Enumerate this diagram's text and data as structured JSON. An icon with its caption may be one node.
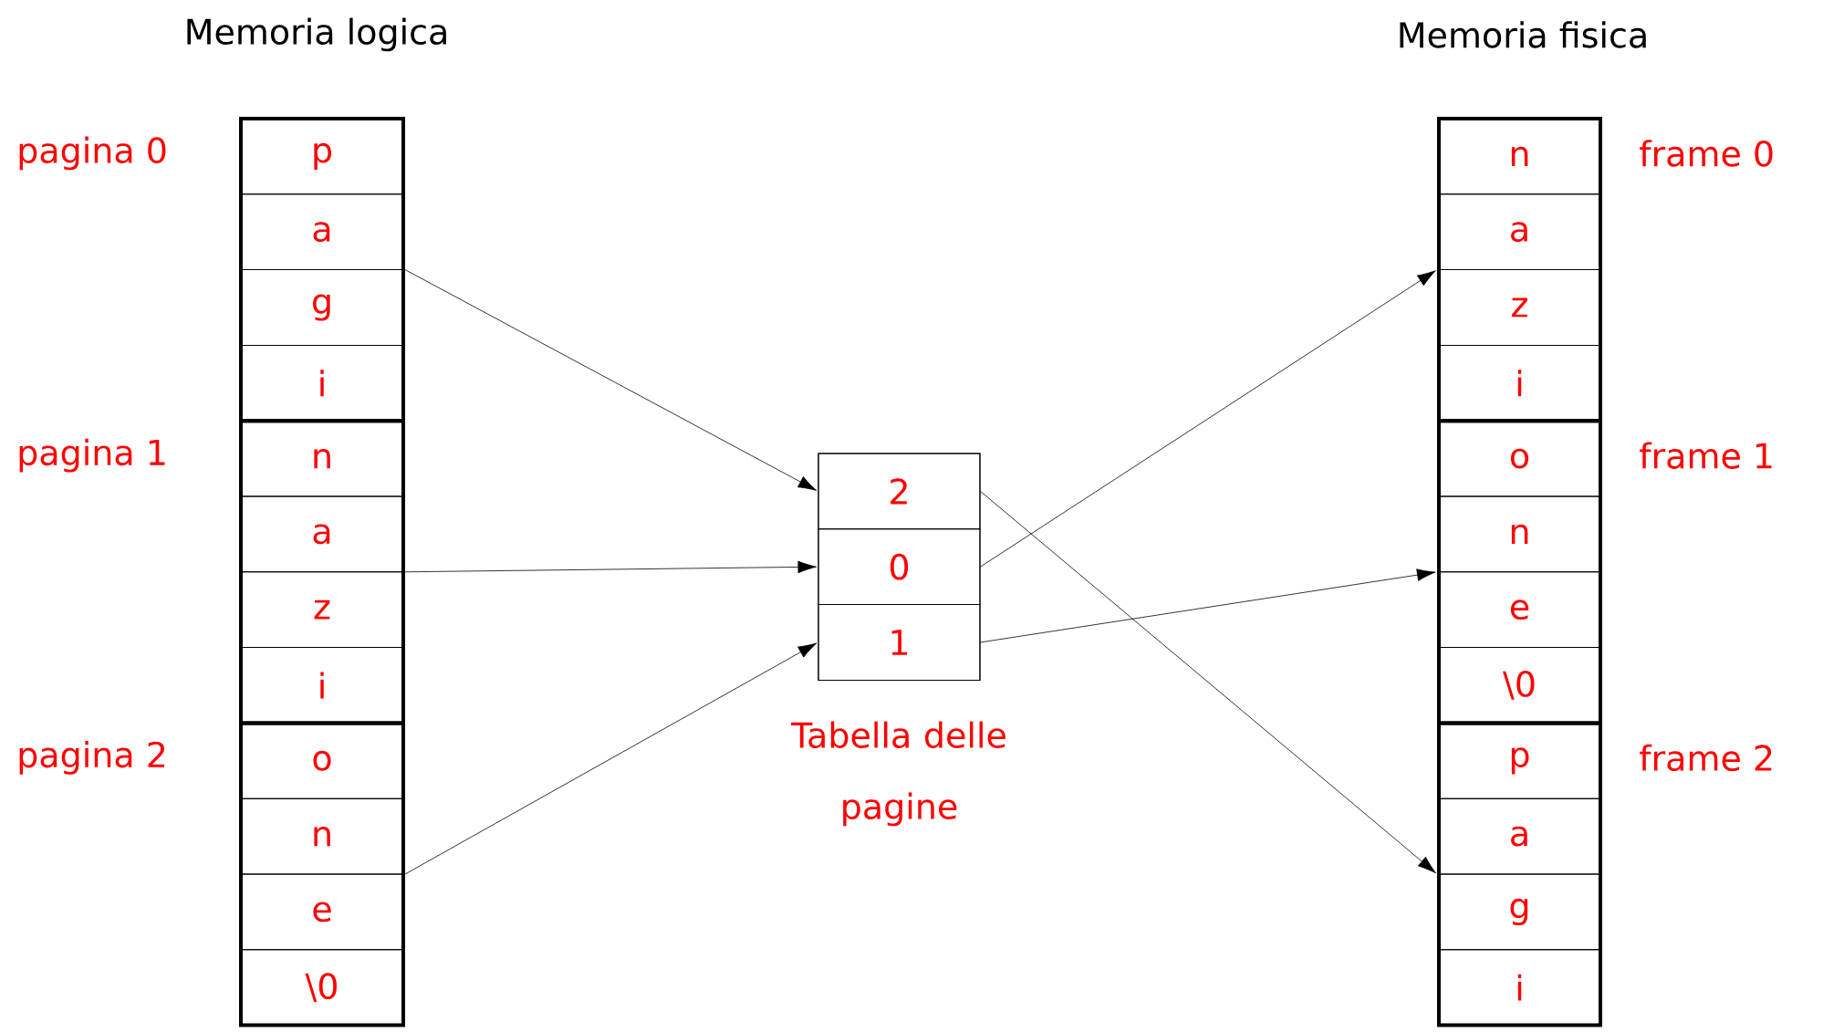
{
  "diagram": {
    "nodes": [
      {
        "text": [],
        "shape": "box",
        "beside": [
          "pagina 0"
        ]
      },
      {
        "text": [
          "p"
        ],
        "in": 0
      },
      {
        "text": [
          "a"
        ],
        "in": 0
      },
      {
        "text": [
          "g"
        ],
        "in": 0
      },
      {
        "text": [
          "i"
        ],
        "in": 0
      },
      {
        "text": [],
        "shape": "box",
        "beside": [
          "pagina 1"
        ]
      },
      {
        "text": [
          "n"
        ],
        "in": 5
      },
      {
        "text": [
          "a"
        ],
        "in": 5
      },
      {
        "text": [
          "z"
        ],
        "in": 5
      },
      {
        "text": [
          "i"
        ],
        "in": 5
      },
      {
        "text": [],
        "shape": "box",
        "beside": [
          "pagina 2"
        ]
      },
      {
        "text": [
          "o"
        ],
        "in": 10
      },
      {
        "text": [
          "n"
        ],
        "in": 10
      },
      {
        "text": [
          "e"
        ],
        "in": 10
      },
      {
        "text": [
          "\\0"
        ],
        "in": 10
      },
      {
        "text": [],
        "shape": "box",
        "beside": [
          "Tabella delle pagine"
        ]
      },
      {
        "text": [
          "2"
        ],
        "in": 15
      },
      {
        "text": [
          "0"
        ],
        "in": 15
      },
      {
        "text": [
          "1"
        ],
        "in": 15
      },
      {
        "text": [],
        "shape": "box",
        "beside": [
          "frame 0"
        ]
      },
      {
        "text": [
          "n"
        ],
        "in": 19
      },
      {
        "text": [
          "a"
        ],
        "in": 19
      },
      {
        "text": [
          "z"
        ],
        "in": 19
      },
      {
        "text": [
          "i"
        ],
        "in": 19
      },
      {
        "text": [],
        "shape": "box",
        "beside": [
          "frame 1"
        ]
      },
      {
        "text": [
          "o"
        ],
        "in": 24
      },
      {
        "text": [
          "n"
        ],
        "in": 24
      },
      {
        "text": [
          "e"
        ],
        "in": 24
      },
      {
        "text": [
          "\\0"
        ],
        "in": 24
      },
      {
        "text": [],
        "shape": "box",
        "beside": [
          "frame 2"
        ]
      },
      {
        "text": [
          "p"
        ],
        "in": 29
      },
      {
        "text": [
          "a"
        ],
        "in": 29
      },
      {
        "text": [
          "g"
        ],
        "in": 29
      },
      {
        "text": [
          "i"
        ],
        "in": 29
      }
    ],
    "edges": [
      {
        "from": 0,
        "to": 16,
        "arrow": "to"
      },
      {
        "from": 5,
        "to": 17,
        "arrow": "to"
      },
      {
        "from": 10,
        "to": 18,
        "arrow": "to"
      },
      {
        "from": 16,
        "to": 29,
        "arrow": "to"
      },
      {
        "from": 17,
        "to": 19,
        "arrow": "to"
      },
      {
        "from": 18,
        "to": 24,
        "arrow": "to"
      }
    ],
    "labels": [
      "Memoria logica",
      "Memoria fisica"
    ]
  }
}
